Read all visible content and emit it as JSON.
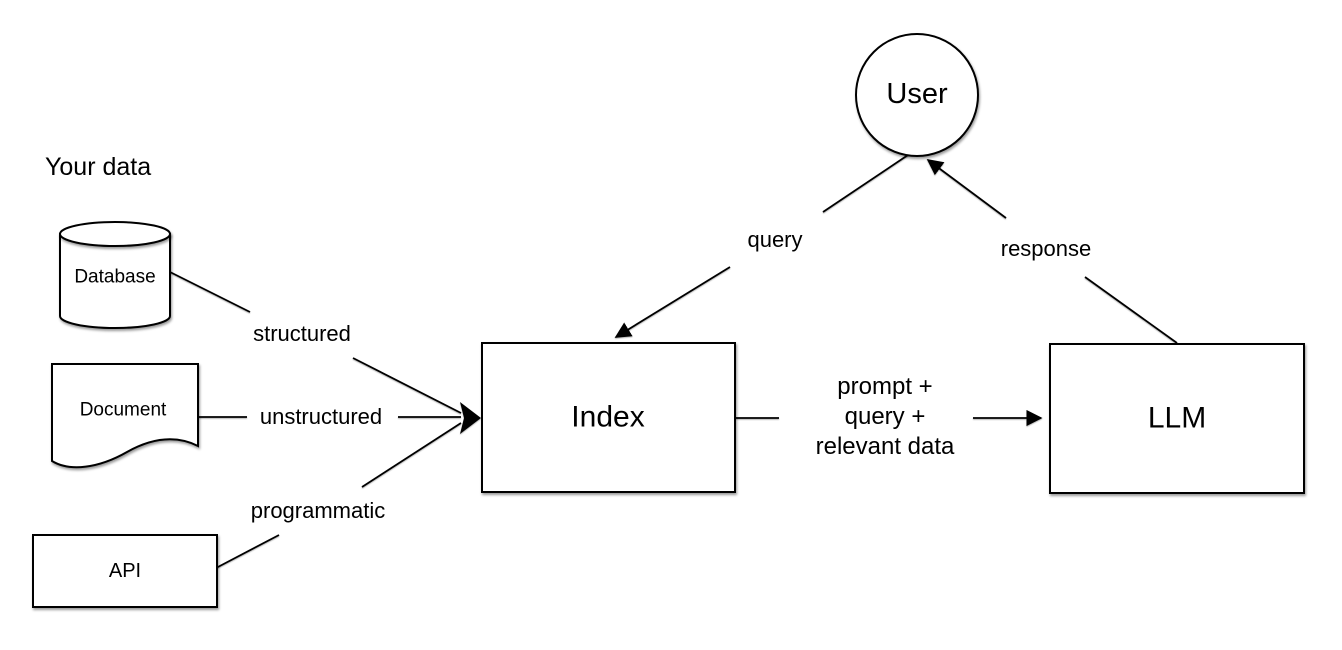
{
  "section": {
    "label": "Your data"
  },
  "nodes": {
    "database": {
      "label": "Database",
      "shape": "cylinder"
    },
    "document": {
      "label": "Document",
      "shape": "document"
    },
    "api": {
      "label": "API",
      "shape": "rectangle"
    },
    "index": {
      "label": "Index",
      "shape": "rectangle"
    },
    "llm": {
      "label": "LLM",
      "shape": "rectangle"
    },
    "user": {
      "label": "User",
      "shape": "circle"
    }
  },
  "edges": {
    "structured": {
      "label": "structured",
      "from": "database",
      "to": "index"
    },
    "unstructured": {
      "label": "unstructured",
      "from": "document",
      "to": "index"
    },
    "programmatic": {
      "label": "programmatic",
      "from": "api",
      "to": "index"
    },
    "query": {
      "label": "query",
      "from": "user",
      "to": "index"
    },
    "response": {
      "label": "response",
      "from": "llm",
      "to": "user"
    },
    "prompt": {
      "lines": [
        "prompt +",
        "query +",
        "relevant data"
      ],
      "from": "index",
      "to": "llm"
    }
  },
  "colors": {
    "stroke": "#000000",
    "fill": "#ffffff",
    "text": "#000000",
    "background": "#ffffff"
  }
}
